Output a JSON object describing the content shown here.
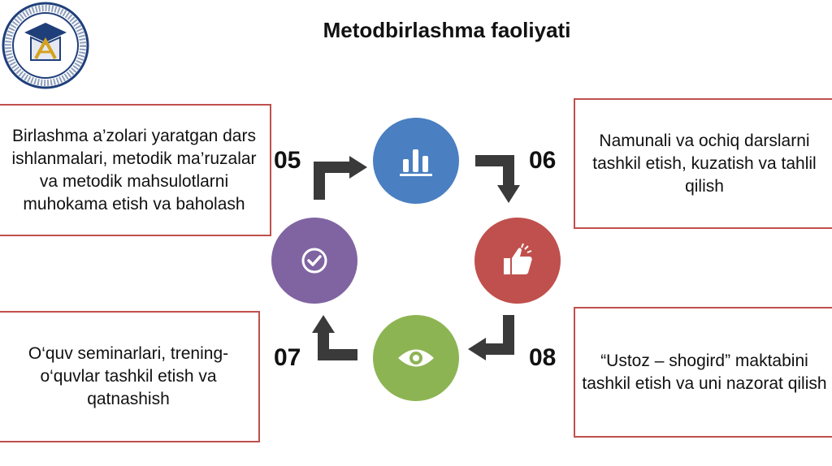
{
  "title": "Metodbirlashma  faoliyati",
  "steps": [
    {
      "number": "05",
      "text": "Birlashma a’zolari yaratgan dars ishlanmalari, metodik ma’ruzalar va metodik mahsulotlarni muhokama etish va baholash"
    },
    {
      "number": "06",
      "text": "Namunali va ochiq darslarni tashkil etish, kuzatish va tahlil qilish"
    },
    {
      "number": "07",
      "text": "O‘quv seminarlari, trening-o‘quvlar tashkil etish va qatnashish"
    },
    {
      "number": "08",
      "text": "“Ustoz – shogird” maktabini tashkil etish va uni nazorat qilish"
    }
  ],
  "icons": [
    "bar-chart-icon",
    "thumbs-up-icon",
    "eye-icon",
    "checkmark-icon"
  ],
  "colors": {
    "blue": "#4a7fc1",
    "red": "#c0504d",
    "green": "#8db452",
    "purple": "#8064a2",
    "arrow": "#3a3a3a",
    "border": "#c0504d"
  }
}
